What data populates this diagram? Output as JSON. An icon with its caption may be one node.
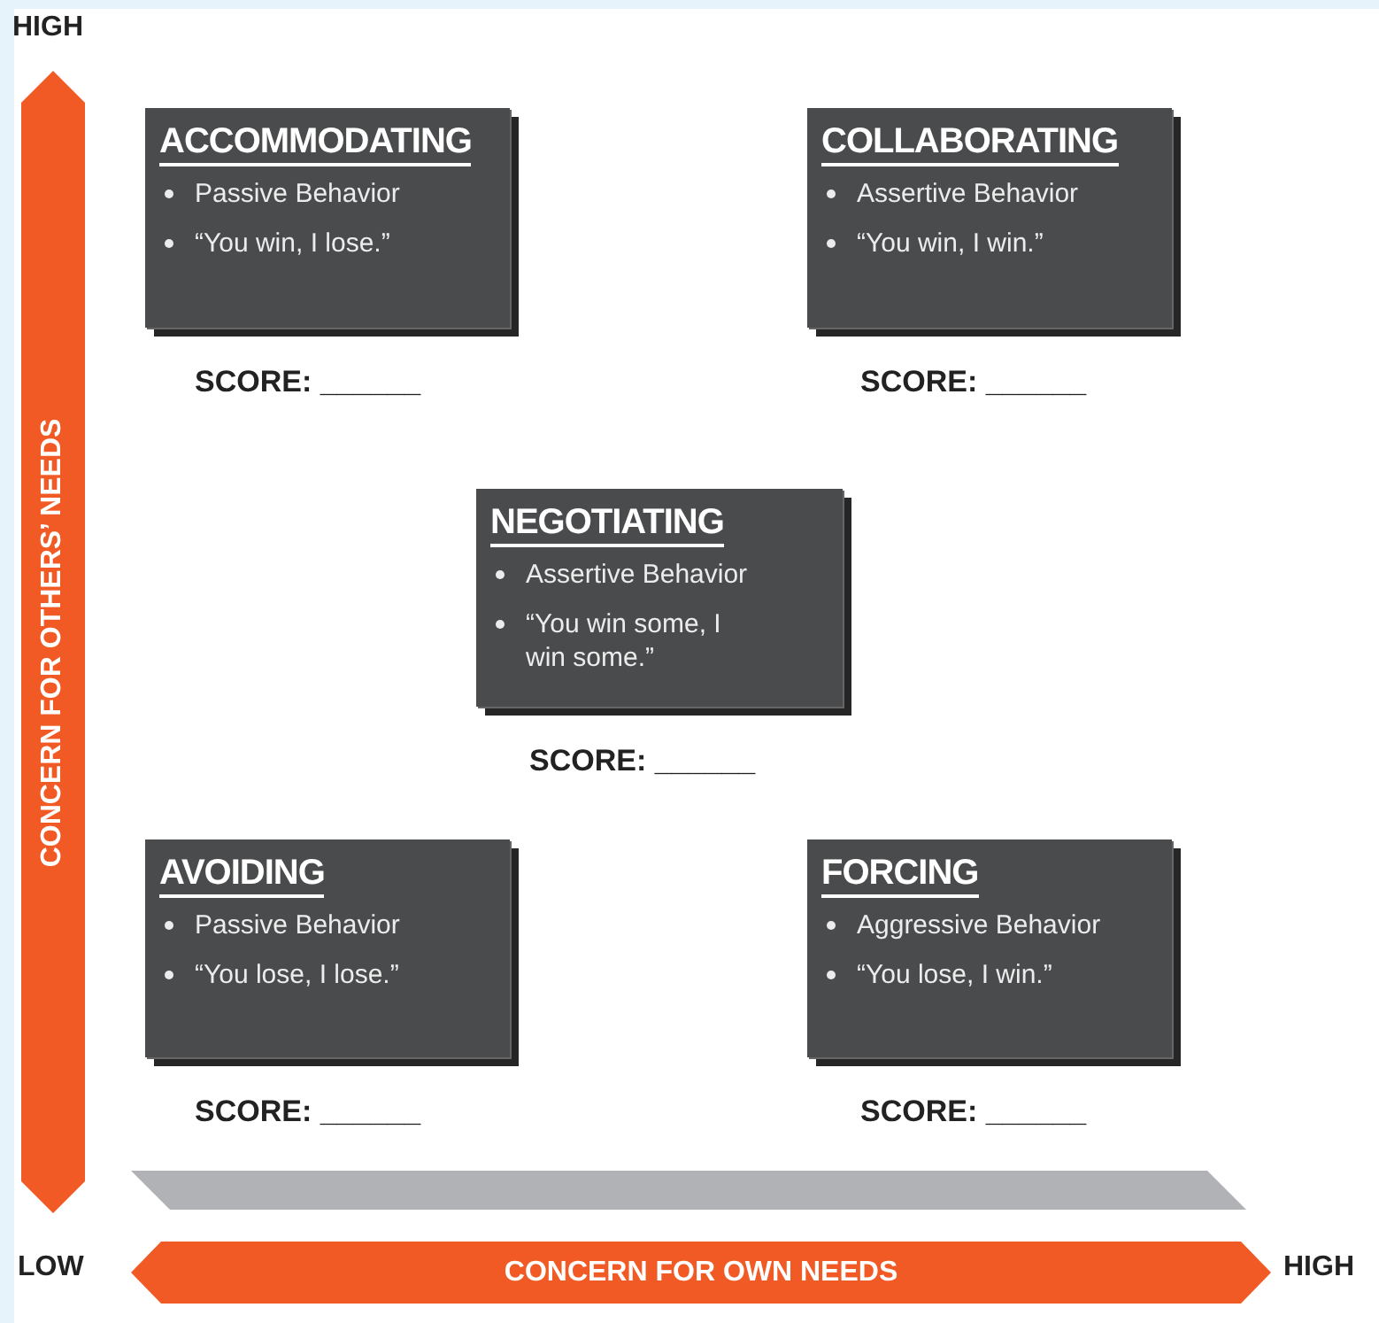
{
  "diagram": {
    "nodes": [
      {
        "text": [
          "CONCERN FOR OTHERS’ NEEDS"
        ]
      },
      {
        "text": [
          "ACCOMMODATING",
          "Passive Behavior",
          "“You win, I lose.”"
        ],
        "beside": [
          "SCORE: ______"
        ]
      },
      {
        "text": [
          "COLLABORATING",
          "Assertive Behavior",
          "“You win, I win.”"
        ],
        "beside": [
          "SCORE: ______"
        ]
      },
      {
        "text": [
          "NEGOTIATING",
          "Assertive Behavior",
          "“You win some, I win some.”"
        ],
        "beside": [
          "SCORE: ______"
        ]
      },
      {
        "text": [
          "AVOIDING",
          "Passive Behavior",
          "“You lose, I lose.”"
        ],
        "beside": [
          "SCORE: ______"
        ]
      },
      {
        "text": [
          "FORCING",
          "Aggressive Behavior",
          "“You lose, I win.”"
        ],
        "beside": [
          "SCORE: ______"
        ]
      },
      {
        "text": [],
        "shape": "bar"
      },
      {
        "text": [
          "CONCERN FOR OWN NEEDS"
        ]
      }
    ],
    "labels": [
      "HIGH",
      "LOW",
      "HIGH"
    ]
  }
}
